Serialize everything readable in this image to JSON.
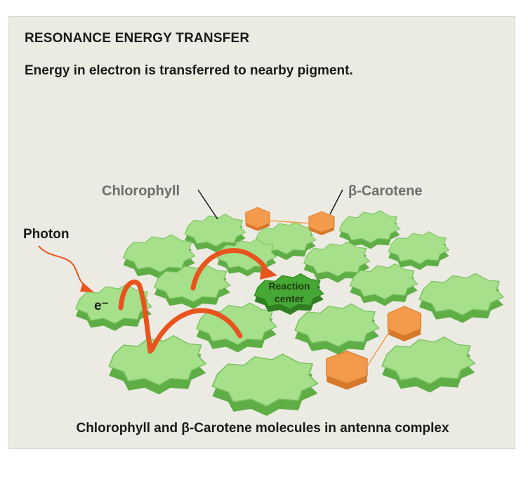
{
  "header": {
    "title": "RESONANCE ENERGY TRANSFER",
    "subtitle": "Energy in electron is transferred to nearby pigment."
  },
  "labels": {
    "chlorophyll": "Chlorophyll",
    "carotene": "β-Carotene",
    "photon": "Photon",
    "electron": "e⁻",
    "reaction_line1": "Reaction",
    "reaction_line2": "center"
  },
  "caption": "Chlorophyll and β-Carotene molecules in antenna complex",
  "colors": {
    "panel": "#ecebe3",
    "chlorophyll_top": "#a6e08a",
    "chlorophyll_side": "#5fae45",
    "reaction_center": "#3d9a2c",
    "carotene": "#f39b4a",
    "arrow": "#e8541e"
  }
}
